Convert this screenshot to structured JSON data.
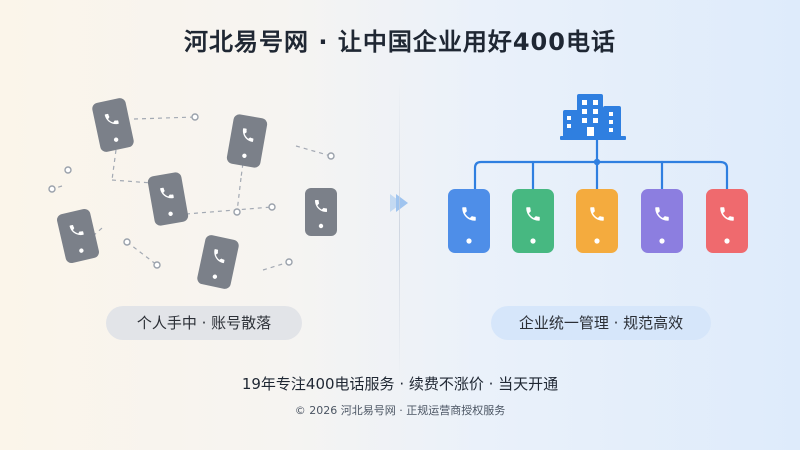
{
  "header": {
    "title": "河北易号网 · 让中国企业用好400电话"
  },
  "left_panel": {
    "caption": "个人手中 · 账号散落",
    "phone_color": "#7b8089",
    "phone_icon": "phone-icon"
  },
  "transition": {
    "icon": "chevron-right-icon",
    "color": "#9fc4ef"
  },
  "right_panel": {
    "caption": "企业统一管理 · 规范高效",
    "building_icon": "office-building-icon",
    "building_color": "#2f7fe0",
    "connector_color": "#2f7fe0",
    "phone_colors": [
      "#4e8ee8",
      "#47b881",
      "#f4ab3e",
      "#8c7ee0",
      "#ef6a6e"
    ]
  },
  "footer": {
    "tagline": "19年专注400电话服务 · 续费不涨价 · 当天开通",
    "copyright": "© 2026 河北易号网 · 正规运营商授权服务"
  }
}
